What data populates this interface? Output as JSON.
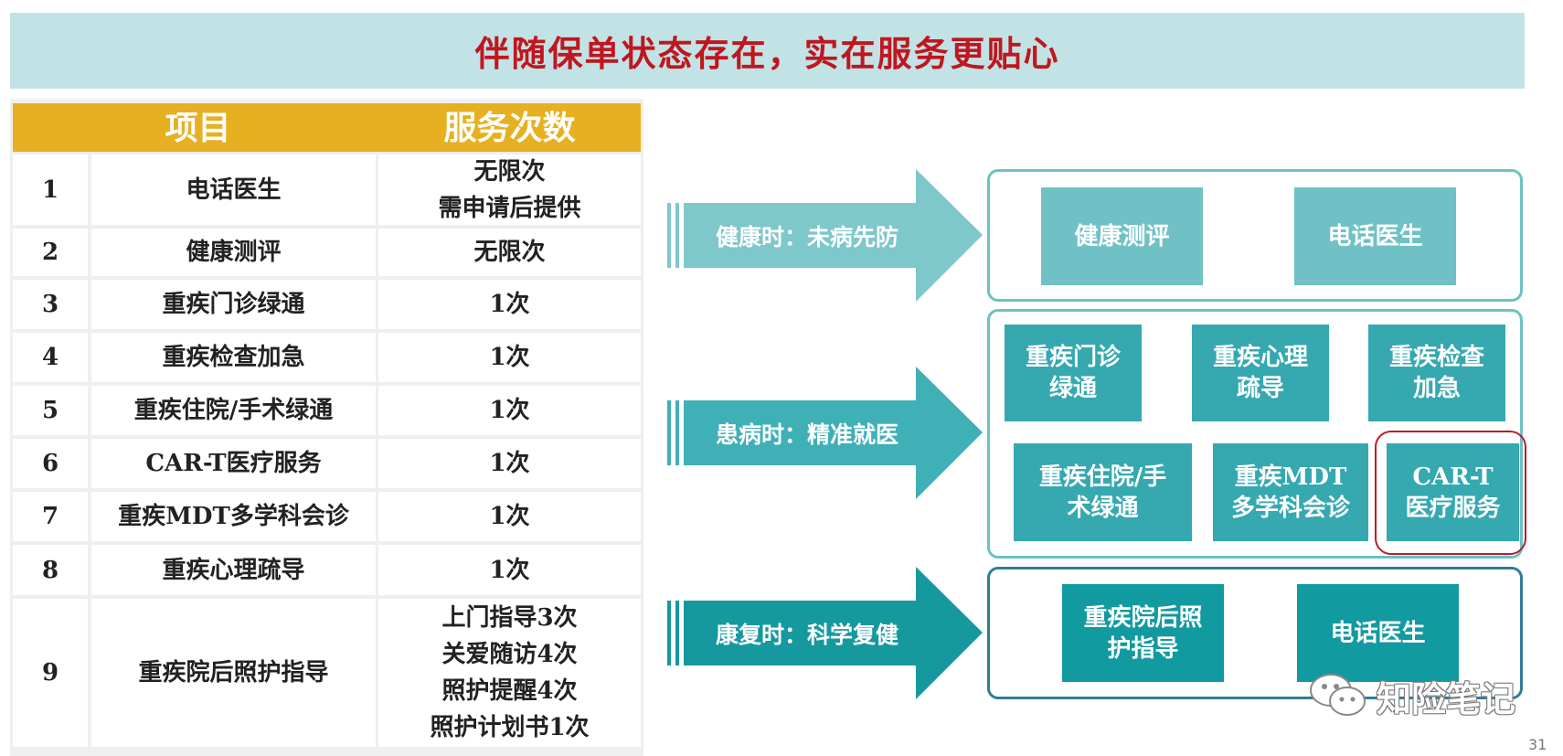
{
  "title": "伴随保单状态存在，实在服务更贴心",
  "table": {
    "headers": [
      "项目",
      "服务次数"
    ],
    "rows": [
      {
        "no": "1",
        "item": "电话医生",
        "count": [
          "无限次",
          "需申请后提供"
        ]
      },
      {
        "no": "2",
        "item": "健康测评",
        "count": [
          "无限次"
        ]
      },
      {
        "no": "3",
        "item": "重疾门诊绿通",
        "count": [
          "1次"
        ]
      },
      {
        "no": "4",
        "item": "重疾检查加急",
        "count": [
          "1次"
        ]
      },
      {
        "no": "5",
        "item": "重疾住院/手术绿通",
        "count": [
          "1次"
        ]
      },
      {
        "no": "6",
        "item": "CAR-T医疗服务",
        "count": [
          "1次"
        ]
      },
      {
        "no": "7",
        "item": "重疾MDT多学科会诊",
        "count": [
          "1次"
        ]
      },
      {
        "no": "8",
        "item": "重疾心理疏导",
        "count": [
          "1次"
        ]
      },
      {
        "no": "9",
        "item": "重疾院后照护指导",
        "count": [
          "上门指导3次",
          "关爱随访4次",
          "照护提醒4次",
          "照护计划书1次"
        ]
      }
    ]
  },
  "stages": [
    {
      "label": "健康时：未病先防",
      "boxes": [
        [
          "健康测评"
        ],
        [
          "电话医生"
        ]
      ]
    },
    {
      "label": "患病时：精准就医",
      "boxes": [
        [
          "重疾门诊",
          "绿通"
        ],
        [
          "重疾心理",
          "疏导"
        ],
        [
          "重疾检查",
          "加急"
        ],
        [
          "重疾住院/手",
          "术绿通"
        ],
        [
          "重疾MDT",
          "多学科会诊"
        ],
        [
          "CAR-T",
          "医疗服务"
        ]
      ]
    },
    {
      "label": "康复时：科学复健",
      "boxes": [
        [
          "重疾院后照",
          "护指导"
        ],
        [
          "电话医生"
        ]
      ]
    }
  ],
  "watermark": "知险笔记",
  "page_number": "31",
  "colors": {
    "banner": "#c2e3e5",
    "title": "#c0161f",
    "header": "#e6b021",
    "teal_light": "#6fc1c5",
    "teal_mid": "#35a8b0",
    "teal_dark": "#119a9f",
    "highlight": "#b81c2a"
  }
}
